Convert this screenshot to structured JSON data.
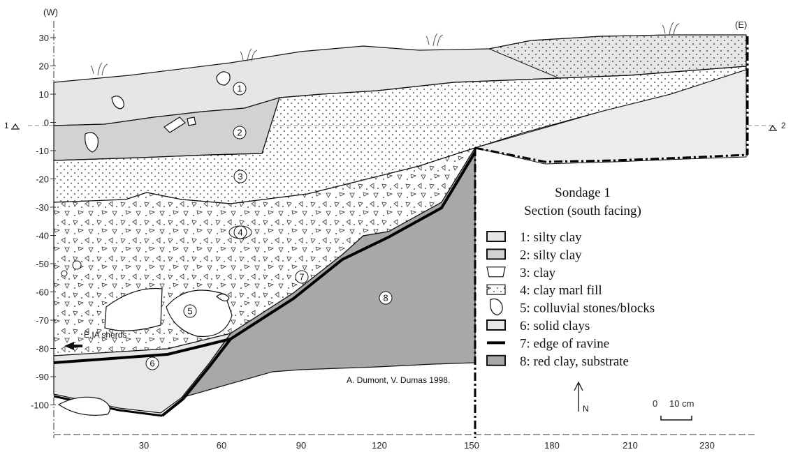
{
  "axis": {
    "west_label": "(W)",
    "east_label": "(E)",
    "y_ticks": [
      "30",
      "20",
      "10",
      "0",
      "-10",
      "-20",
      "-30",
      "-40",
      "-50",
      "-60",
      "-70",
      "-80",
      "-90",
      "-100"
    ],
    "x_ticks": [
      "30",
      "60",
      "90",
      "120",
      "150",
      "180",
      "210",
      "230"
    ],
    "marker_left": "1",
    "marker_right": "2",
    "north": "N"
  },
  "layer_numbers": [
    "1",
    "2",
    "3",
    "4",
    "5",
    "6",
    "7",
    "8"
  ],
  "annotations": {
    "sherds": "E.IA sherds",
    "credit": "A. Dumont, V. Dumas 1998."
  },
  "legend": {
    "title": "Sondage 1",
    "subtitle": "Section (south facing)",
    "items": [
      "1: silty clay",
      "2: silty clay",
      "3: clay",
      "4: clay marl fill",
      "5: colluvial stones/blocks",
      "6: solid clays",
      "7: edge of ravine",
      "8: red clay, substrate"
    ]
  },
  "scale_bar": {
    "zero": "0",
    "length": "10 cm"
  },
  "colors": {
    "layer1": "#e6e6e6",
    "layer2": "#d2d2d2",
    "layer3": "#ffffff",
    "layer6": "#e8e8e8",
    "layer8": "#a8a8a8",
    "line": "#111111"
  }
}
